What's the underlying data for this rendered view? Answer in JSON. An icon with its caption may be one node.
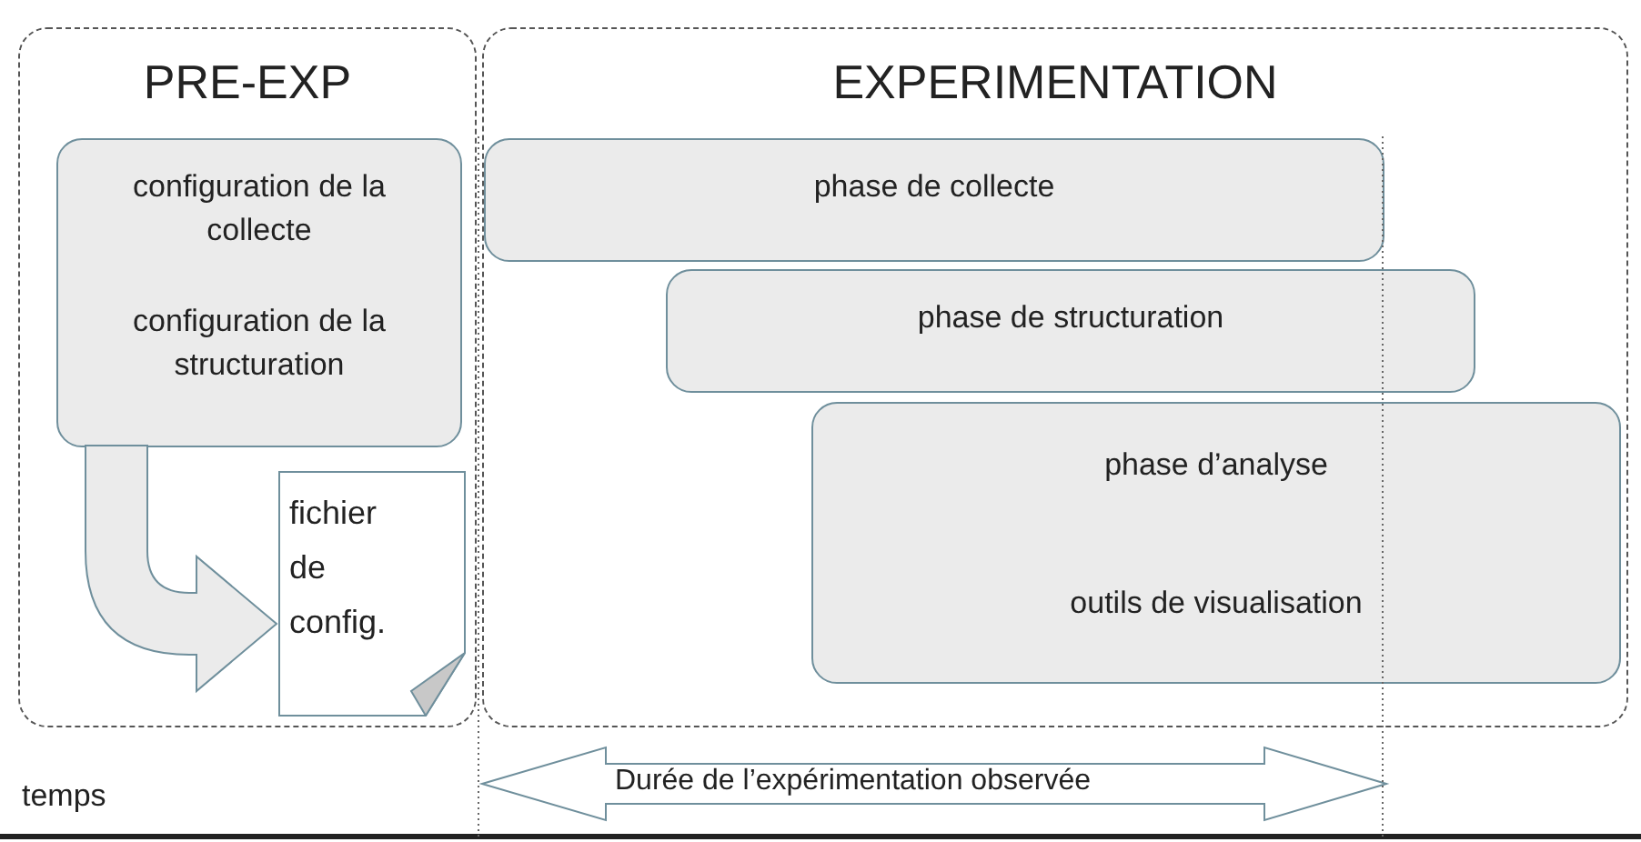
{
  "diagram": {
    "nodes": [
      {
        "text": [
          "PRE-EXP"
        ]
      },
      {
        "text": [
          "configuration de la collecte",
          "configuration de la structuration"
        ],
        "in": 0
      },
      {
        "text": [
          "fichier de config."
        ],
        "in": 0
      },
      {
        "text": [
          "EXPERIMENTATION"
        ]
      },
      {
        "text": [
          "phase de collecte"
        ],
        "in": 3
      },
      {
        "text": [
          "phase de structuration"
        ],
        "in": 3
      },
      {
        "text": [
          "phase d’analyse",
          "outils de visualisation"
        ],
        "in": 3
      }
    ],
    "edges": [
      {
        "from": 1,
        "to": 2,
        "arrow": "to"
      }
    ],
    "labels": [
      "temps",
      "Durée de l’expérimentation observée"
    ]
  }
}
